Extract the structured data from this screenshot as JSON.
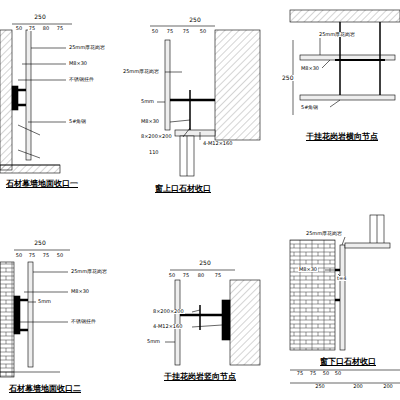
{
  "diagram": {
    "labels": [
      "250",
      "50",
      "75",
      "80",
      "75",
      "25mm厚花岗岩",
      "M8×30",
      "不锈钢挂件",
      "5#角钢",
      "石材幕墙地面收口一",
      "250",
      "50",
      "75",
      "75",
      "50",
      "25mm厚花岗岩",
      "5mm",
      "M8×30",
      "8×200×200",
      "4-M12×160",
      "110",
      "窗上口石材收口",
      "250",
      "25mm厚花岗岩",
      "M8×30",
      "5#角钢",
      "干挂花岗岩横向节点",
      "250",
      "50",
      "75",
      "75",
      "50",
      "25mm厚花岗岩",
      "M8×30",
      "5mm",
      "不锈钢挂件",
      "石材幕墙地面收口二",
      "250",
      "50",
      "75",
      "80",
      "75",
      "8×200×200",
      "4-M12×160",
      "5mm",
      "干挂花岗岩竖向节点",
      "25mm厚花岗岩",
      "M8×30",
      "t=4",
      "75",
      "75",
      "50",
      "50",
      "窗下口石材收口",
      "250",
      "200",
      "200"
    ]
  }
}
